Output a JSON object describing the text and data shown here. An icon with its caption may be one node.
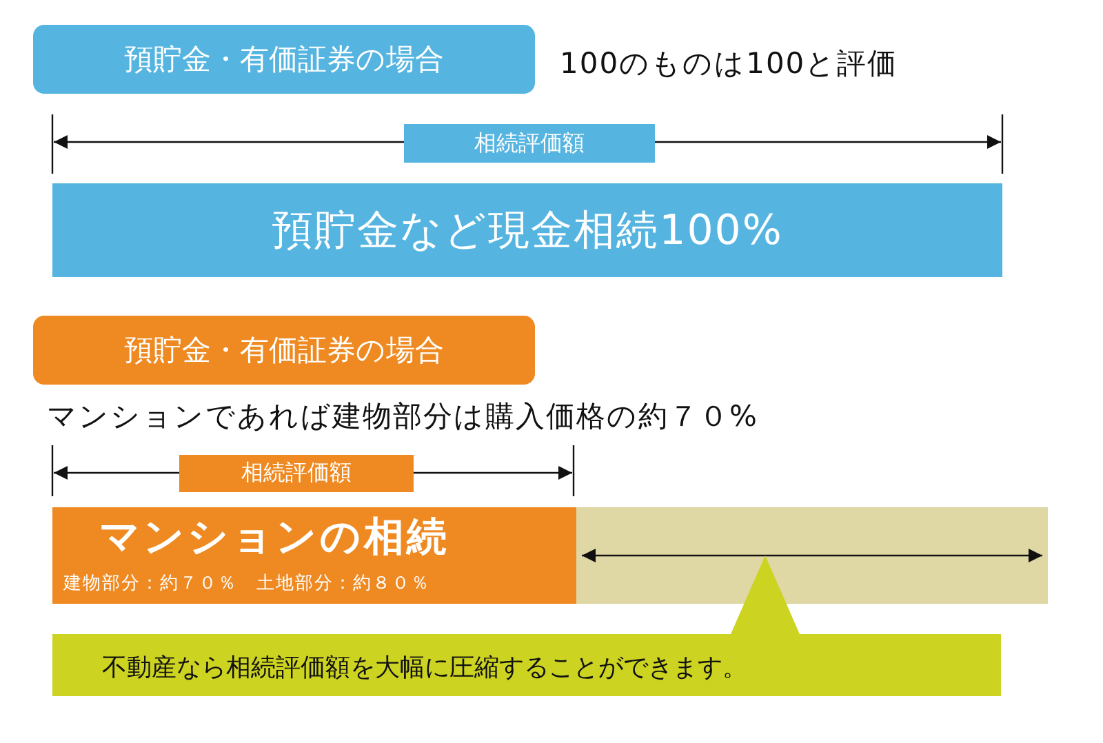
{
  "diagram": {
    "nodes": [
      {
        "text": [
          "預貯金・有価証券の場合"
        ]
      },
      {
        "text": [
          "預貯金など現金相続100%"
        ]
      },
      {
        "text": [
          "預貯金・有価証券の場合"
        ]
      },
      {
        "text": [
          "マンションの相続",
          "建物部分：約７０％　土地部分：約８０％"
        ]
      },
      {
        "text": [],
        "shape": "box"
      },
      {
        "text": [
          "不動産なら相続評価額を大幅に圧縮することができます。"
        ]
      }
    ],
    "labels": [
      "100のものは100と評価",
      "相続評価額",
      "マンションであれば建物部分は購入価格の約７０%",
      "相続評価額"
    ]
  }
}
